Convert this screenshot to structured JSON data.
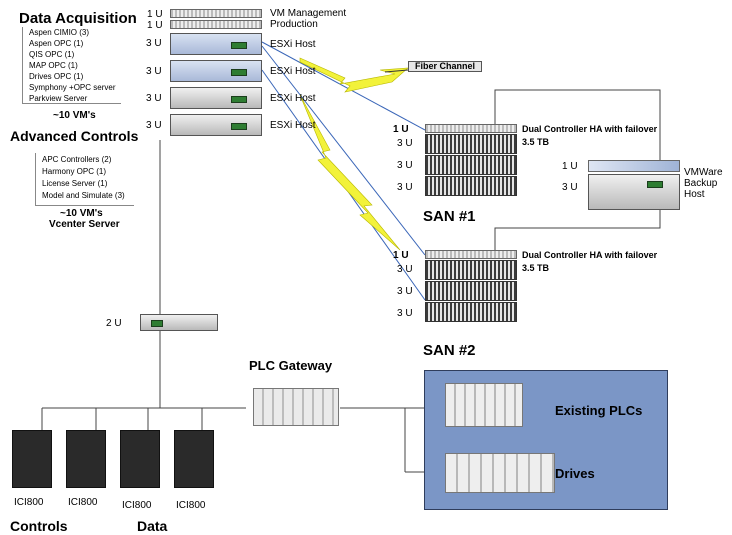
{
  "data_acquisition": {
    "title": "Data Acquisition",
    "items": [
      "Aspen CIMIO (3)",
      "Aspen OPC (1)",
      "QIS OPC (1)",
      "MAP OPC (1)",
      "Drives OPC (1)",
      "Symphony +OPC server",
      "Parkview Server"
    ],
    "vm_note": "~10 VM's"
  },
  "advanced_controls": {
    "title": "Advanced Controls",
    "items": [
      "APC Controllers (2)",
      "Harmony OPC (1)",
      "License Server (1)",
      "Model and Simulate (3)"
    ],
    "vm_note": "~10 VM's",
    "vcenter": "Vcenter Server"
  },
  "rack": {
    "units": [
      "1 U",
      "1 U",
      "3 U",
      "3 U",
      "3 U",
      "3 U"
    ],
    "labels": [
      "VM Management",
      "Production",
      "ESXi Host",
      "ESXi Host",
      "ESXi Host",
      "ESXi Host"
    ],
    "switch_units": "2 U"
  },
  "fiber_channel": "Fiber Channel",
  "san1": {
    "units": [
      "1 U",
      "3 U",
      "3 U",
      "3 U"
    ],
    "desc_line1": "Dual Controller HA with failover",
    "desc_line2": "3.5 TB",
    "name": "SAN #1"
  },
  "san2": {
    "units": [
      "1 U",
      "3 U",
      "3 U",
      "3 U"
    ],
    "desc_line1": "Dual Controller HA with failover",
    "desc_line2": "3.5 TB",
    "name": "SAN #2"
  },
  "backup": {
    "units": [
      "1 U",
      "3 U"
    ],
    "label_lines": [
      "VMWare",
      "Backup",
      "Host"
    ]
  },
  "plc_gateway": "PLC Gateway",
  "existing": {
    "existing_plcs": "Existing PLCs",
    "drives": "Drives"
  },
  "ici": {
    "labels": [
      "ICI800",
      "ICI800",
      "ICI800",
      "ICI800"
    ]
  },
  "bottom": {
    "controls": "Controls",
    "data": "Data"
  },
  "colors": {
    "box_fill": "#7b96c6",
    "box_border": "#2f3d5c",
    "fiber_yellow": "#f2f23a",
    "link_blue": "#3a66b8"
  }
}
